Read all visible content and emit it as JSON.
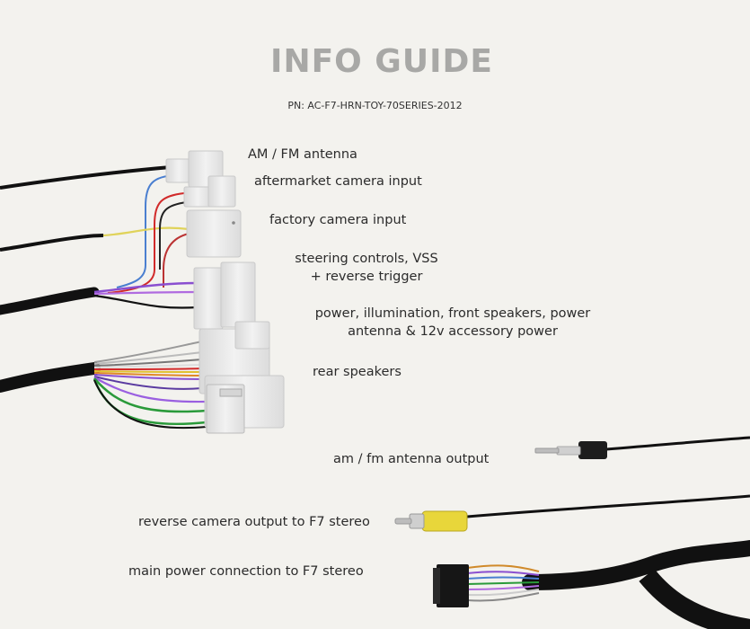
{
  "header": {
    "title": "INFO GUIDE",
    "part_number": "PN: AC-F7-HRN-TOY-70SERIES-2012"
  },
  "labels": {
    "am_fm_antenna": "AM / FM antenna",
    "aftermarket_camera_input": "aftermarket camera input",
    "factory_camera_input": "factory camera input",
    "steering_controls_line1": "steering controls, VSS",
    "steering_controls_line2": "+ reverse trigger",
    "power_line1": "power, illumination, front speakers, power",
    "power_line2": "antenna & 12v accessory power",
    "rear_speakers": "rear speakers",
    "am_fm_antenna_output": "am / fm antenna output",
    "reverse_camera_output": "reverse camera output to F7 stereo",
    "main_power_connection": "main power connection to F7 stereo"
  },
  "colors": {
    "background": "#f3f2ee",
    "title": "#a8a8a6",
    "connector": "#e9e9e9",
    "cable": "#1a1a1a",
    "rca_yellow": "#e8d63a"
  }
}
